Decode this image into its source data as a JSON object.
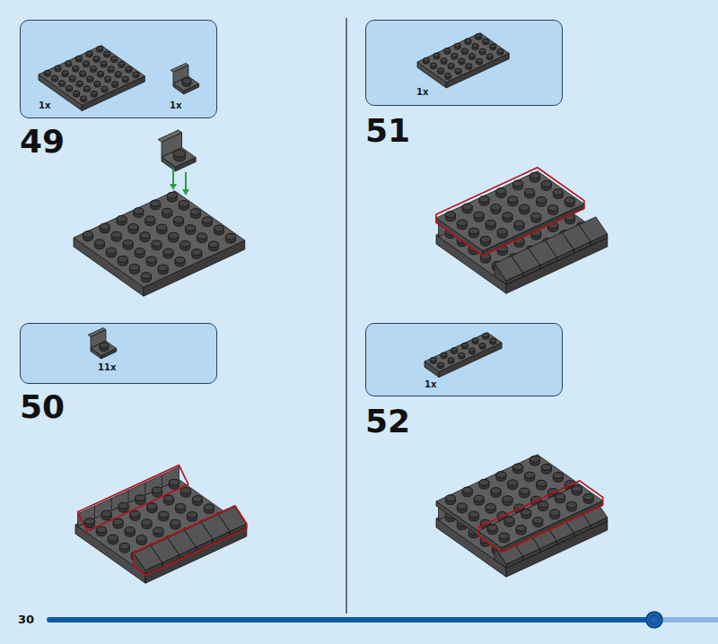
{
  "diagram": {
    "nodes": [
      {
        "text": [
          "1x",
          "1x"
        ]
      },
      {
        "text": [
          "11x"
        ]
      },
      {
        "text": [
          "1x"
        ]
      },
      {
        "text": [
          "1x"
        ]
      }
    ],
    "labels": [
      "49",
      "50",
      "51",
      "52",
      "30"
    ]
  }
}
